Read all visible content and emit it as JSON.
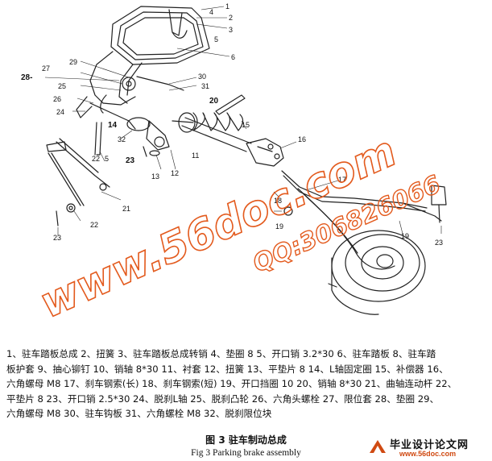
{
  "callouts": {
    "c1": "1",
    "c2": "2",
    "c3": "3",
    "c4": "4",
    "c5": "5",
    "c6": "6",
    "c27": "27",
    "c29": "29",
    "c28": "28-",
    "c30": "30",
    "c25": "25",
    "c31": "31",
    "c26": "26",
    "c24": "24",
    "c20": "20",
    "c14": "14",
    "c32": "32",
    "c22a": "22",
    "c5b": "5",
    "c23a": "23",
    "c13": "13",
    "c12": "12",
    "c11": "11",
    "c15": "15",
    "c16": "16",
    "c17": "17",
    "c18": "18",
    "c19a": "19",
    "c19b": "19",
    "c21": "21",
    "c22b": "22",
    "c23b": "23",
    "c23c": "23"
  },
  "watermark": {
    "site": "www.56doc.com",
    "qq": "QQ:306826066"
  },
  "legend_lines": [
    "1、驻车踏板总成 2、扭簧 3、驻车踏板总成转销  4、垫圈 8  5、开口销 3.2*30  6、驻车踏板  8、驻车踏",
    "板护套  9、抽心铆钉  10、销轴 8*30  11、衬套  12、扭簧  13、平垫片 8  14、L轴固定圈  15、补偿器  16、",
    "六角螺母 M8  17、刹车钢索(长)  18、刹车钢索(短)  19、开口挡圈 10 20、销轴 8*30 21、曲轴连动杆  22、",
    "平垫片 8  23、开口销 2.5*30 24、脱刹L轴  25、脱刹凸轮  26、六角头螺栓  27、限位套  28、垫圈  29、",
    "六角螺母 M8  30、驻车钩板  31、六角螺栓 M8  32、脱刹限位块"
  ],
  "caption_cn": "图 3   驻车制动总成",
  "caption_en": "Fig 3 Parking brake assembly",
  "brand": {
    "title": "毕业设计论文网",
    "url": "www.56doc.com"
  }
}
